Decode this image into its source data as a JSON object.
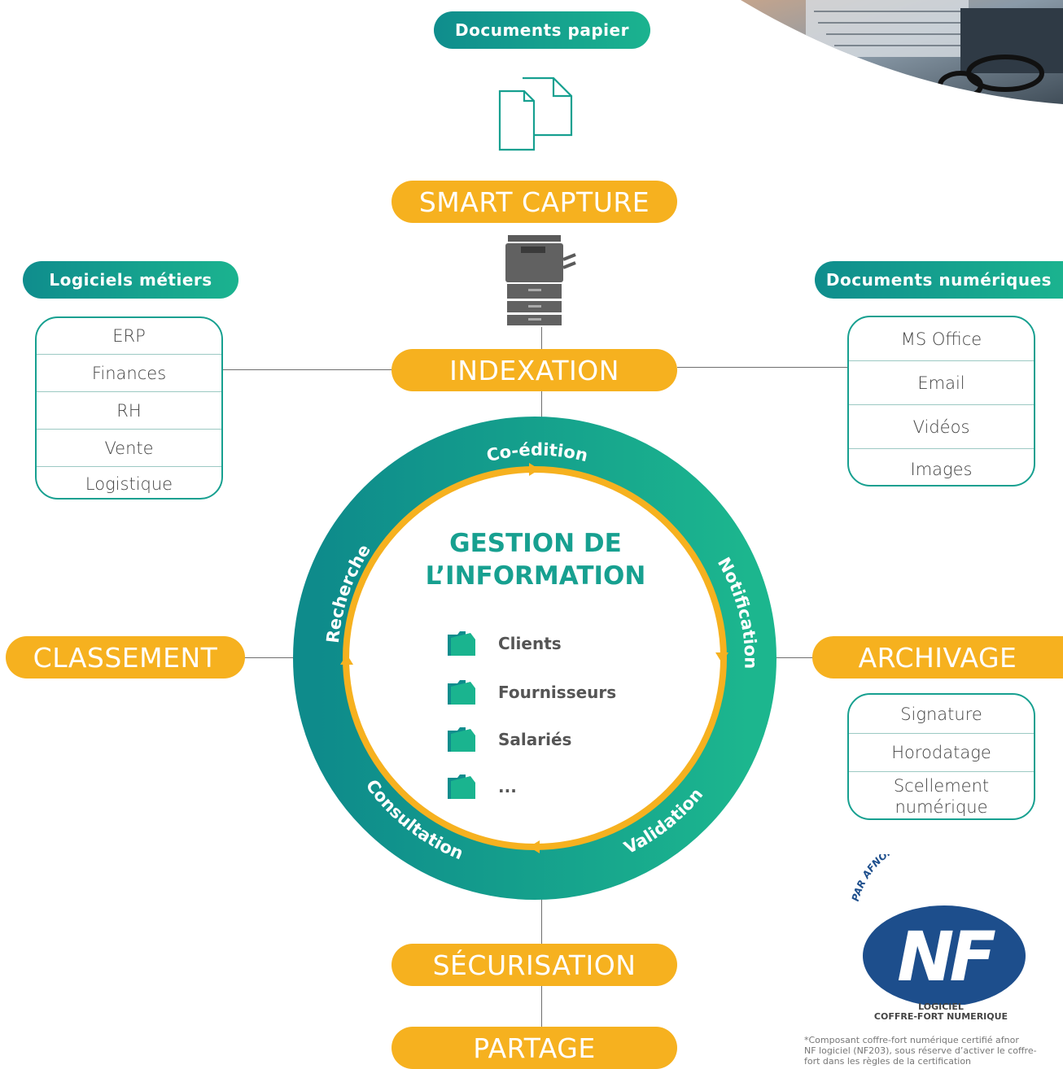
{
  "top": {
    "paper_docs_label": "Documents papier"
  },
  "stages": {
    "smart_capture": "SMART CAPTURE",
    "indexation": "INDEXATION",
    "classement": "CLASSEMENT",
    "archivage": "ARCHIVAGE",
    "securisation": "SÉCURISATION",
    "partage": "PARTAGE"
  },
  "left_panel": {
    "title": "Logiciels métiers",
    "items": [
      "ERP",
      "Finances",
      "RH",
      "Vente",
      "Logistique"
    ]
  },
  "right_panel": {
    "title": "Documents numériques",
    "items": [
      "MS Office",
      "Email",
      "Vidéos",
      "Images"
    ]
  },
  "archive_panel": {
    "items": [
      "Signature",
      "Horodatage",
      "Scellement numérique"
    ]
  },
  "cycle": {
    "title_line1": "GESTION DE",
    "title_line2": "L’INFORMATION",
    "steps": {
      "coedition": "Co-édition",
      "notifications": "Notifications",
      "validation": "Validation",
      "consultation": "Consultation",
      "recherche": "Recherche"
    },
    "folders": [
      "Clients",
      "Fournisseurs",
      "Salariés",
      "..."
    ]
  },
  "certification": {
    "ring_text": "PAR AFNOR CERTIFICATION",
    "logo_text": "NF",
    "sub_line1": "LOGICIEL",
    "sub_line2": "COFFRE-FORT NUMERIQUE",
    "footnote_line1": "*Composant coffre-fort numérique certifié afnor",
    "footnote_line2": "NF logiciel (NF203), sous réserve d’activer le coffre-",
    "footnote_line3": "fort dans les règles de la certification"
  },
  "colors": {
    "teal": "#0f8d8d",
    "teal_light": "#1bb38f",
    "yellow": "#f6b11f",
    "nf_blue": "#1d4e8c"
  }
}
